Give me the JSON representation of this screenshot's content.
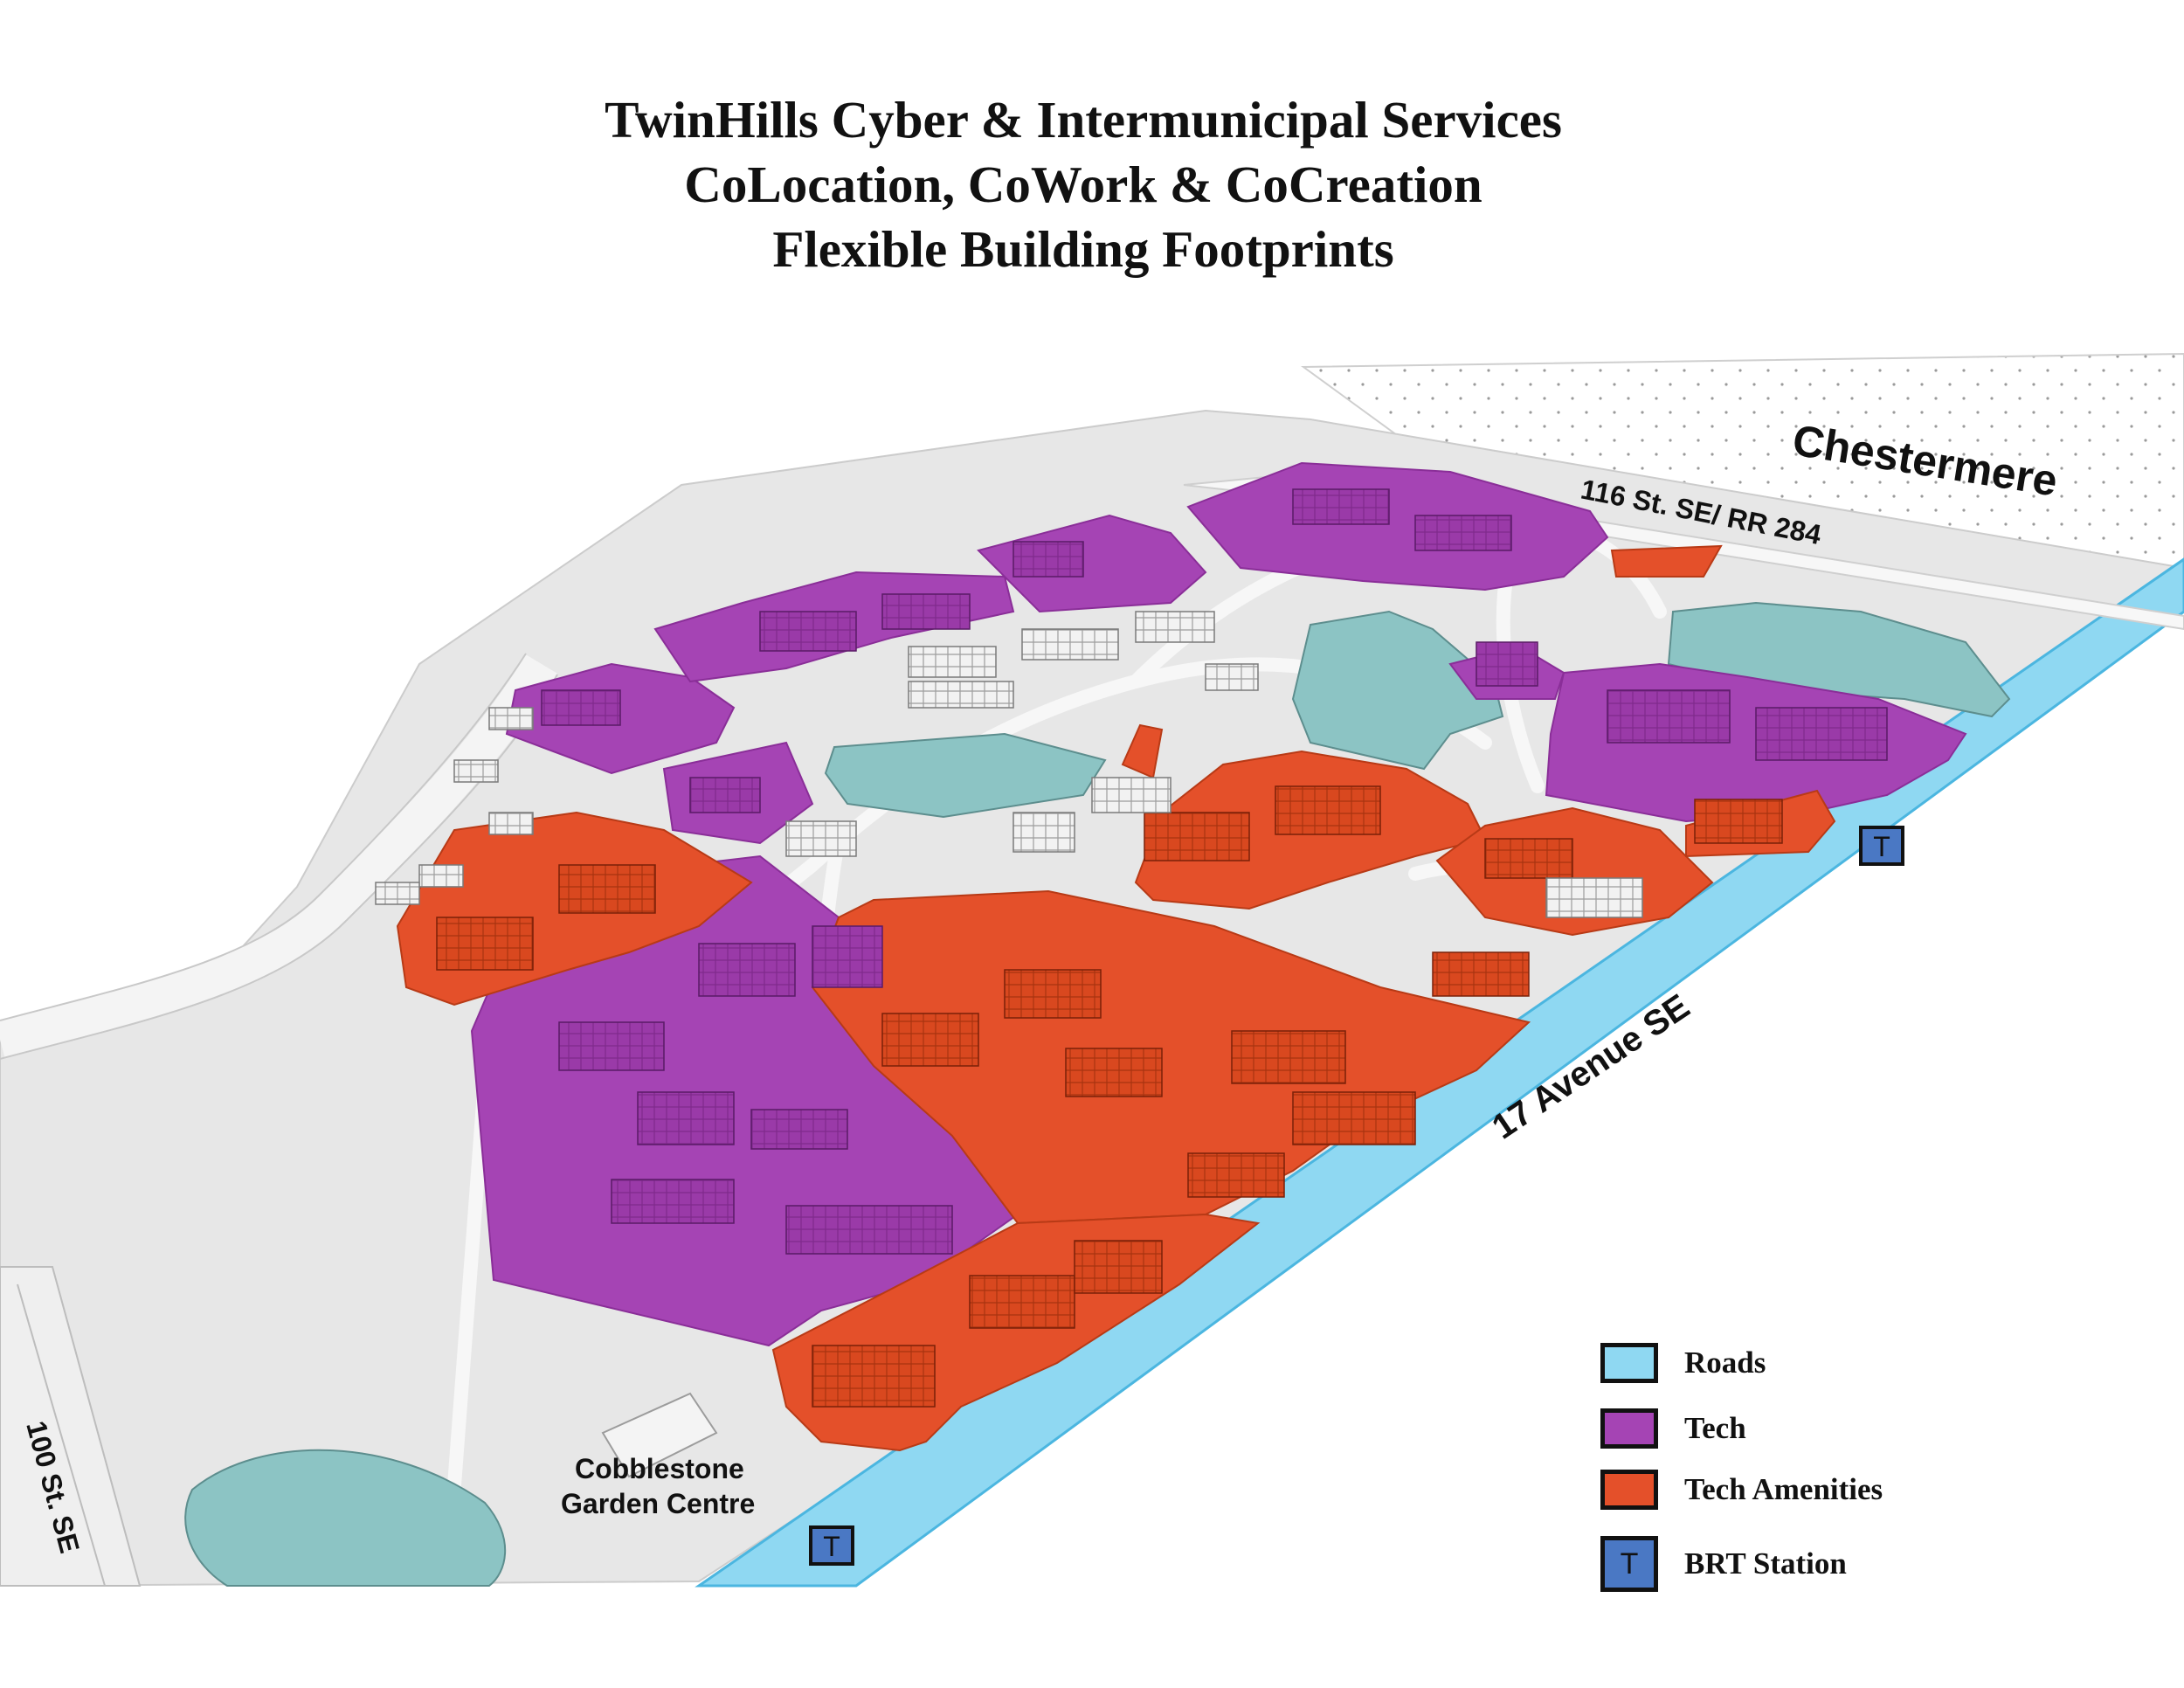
{
  "title": {
    "line1": "TwinHills Cyber & Intermunicipal Services",
    "line2": "CoLocation, CoWork & CoCreation",
    "line3": "Flexible Building Footprints"
  },
  "labels": {
    "chestermere": "Chestermere",
    "st116": "116 St. SE/ RR 284",
    "ave17": "17 Avenue SE",
    "st100": "100 St. SE",
    "cobblestone_line1": "Cobblestone",
    "cobblestone_line2": "Garden Centre",
    "brt_letter": "T"
  },
  "legend": [
    {
      "label": "Roads",
      "color": "#8fd8f2"
    },
    {
      "label": "Tech",
      "color": "#a544b4"
    },
    {
      "label": "Tech Amenities",
      "color": "#e4502a"
    },
    {
      "label": "BRT Station",
      "color": "#4a78c4",
      "symbol": "T"
    }
  ],
  "colors": {
    "road": "#8fd8f2",
    "tech": "#a544b4",
    "amenities": "#e4502a",
    "brt": "#4a78c4",
    "water": "#8cc4c4",
    "ground": "#e7e7e7"
  }
}
